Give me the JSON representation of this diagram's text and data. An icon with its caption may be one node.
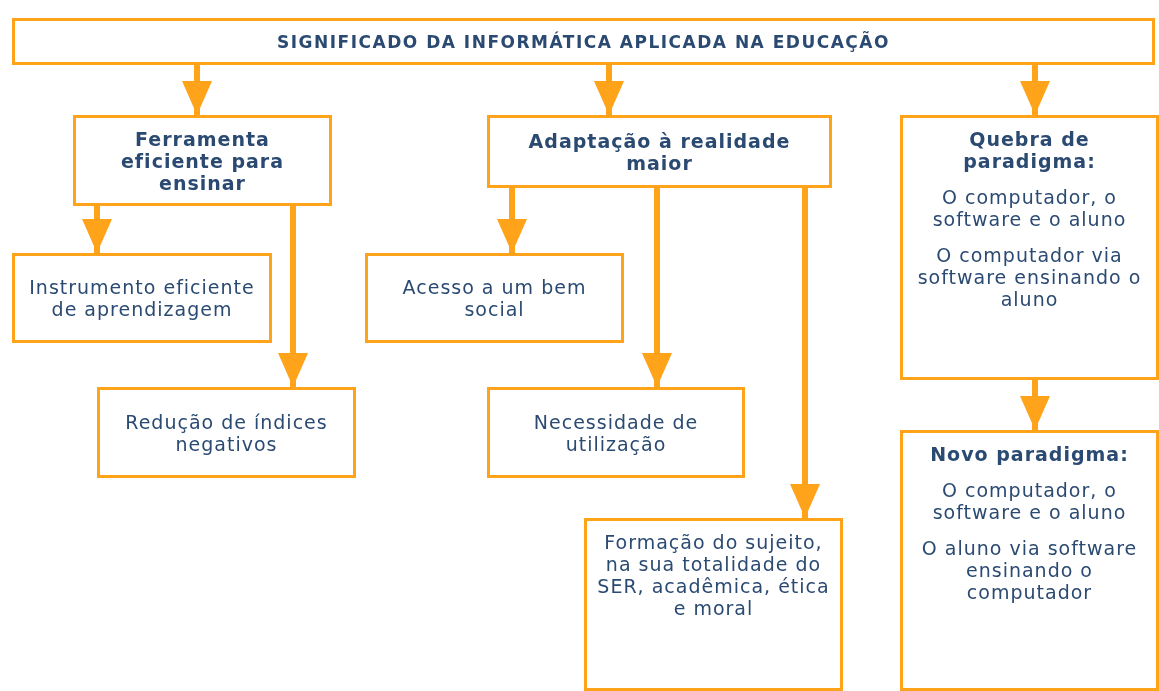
{
  "diagram": {
    "nodes": [
      {
        "text": [
          "SIGNIFICADO DA INFORMÁTICA APLICADA NA EDUCAÇÃO"
        ]
      },
      {
        "text": [
          "Ferramenta eficiente para ensinar"
        ]
      },
      {
        "text": [
          "Adaptação à realidade maior"
        ]
      },
      {
        "text": [
          "Quebra de paradigma:",
          "O computador, o software e o aluno",
          "O computador via software ensinando o aluno"
        ]
      },
      {
        "text": [
          "Instrumento eficiente de aprendizagem"
        ]
      },
      {
        "text": [
          "Redução de índices negativos"
        ]
      },
      {
        "text": [
          "Acesso a um bem social"
        ]
      },
      {
        "text": [
          "Necessidade de utilização"
        ]
      },
      {
        "text": [
          "Formação do sujeito, na sua totalidade do SER, acadêmica, ética e moral"
        ]
      },
      {
        "text": [
          "Novo paradigma:",
          "O computador, o software e o aluno",
          "O aluno via software ensinando o computador"
        ]
      }
    ],
    "edges": [
      {
        "from": 0,
        "to": 1,
        "arrow": "to"
      },
      {
        "from": 0,
        "to": 2,
        "arrow": "to"
      },
      {
        "from": 0,
        "to": 3,
        "arrow": "to"
      },
      {
        "from": 1,
        "to": 4,
        "arrow": "to"
      },
      {
        "from": 1,
        "to": 5,
        "arrow": "to"
      },
      {
        "from": 2,
        "to": 6,
        "arrow": "to"
      },
      {
        "from": 2,
        "to": 7,
        "arrow": "to"
      },
      {
        "from": 2,
        "to": 8,
        "arrow": "to"
      },
      {
        "from": 3,
        "to": 9,
        "arrow": "to"
      }
    ]
  }
}
